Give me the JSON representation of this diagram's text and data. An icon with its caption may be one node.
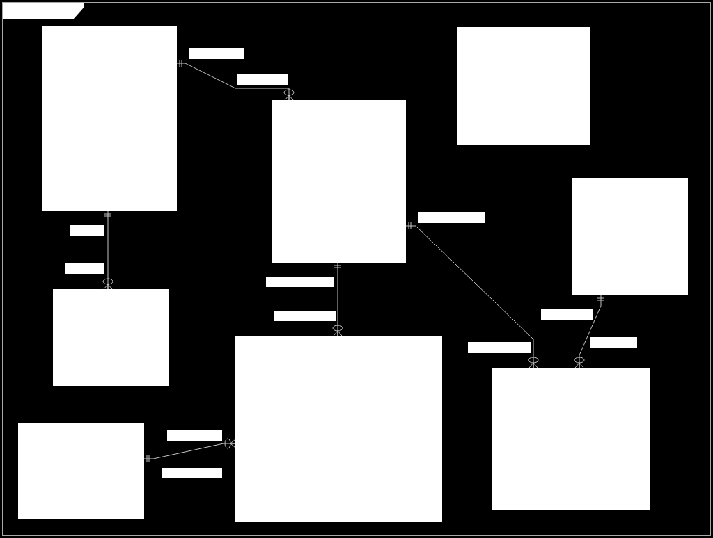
{
  "diagram": {
    "nodes": [
      {
        "text": [],
        "shape": "frame"
      },
      {
        "text": [],
        "shape": "tab",
        "in": 0
      },
      {
        "text": [],
        "shape": "box",
        "in": 0
      },
      {
        "text": [],
        "shape": "box",
        "in": 0
      },
      {
        "text": [],
        "shape": "bar",
        "in": 0
      },
      {
        "text": [],
        "shape": "bar",
        "in": 0
      },
      {
        "text": [],
        "shape": "box",
        "in": 0
      },
      {
        "text": [],
        "shape": "box",
        "in": 0
      },
      {
        "text": [],
        "shape": "bar",
        "in": 0
      },
      {
        "text": [],
        "shape": "bar",
        "in": 0
      },
      {
        "text": [],
        "shape": "bar",
        "in": 0
      },
      {
        "text": [],
        "shape": "bar",
        "in": 0
      },
      {
        "text": [],
        "shape": "box",
        "in": 0
      },
      {
        "text": [],
        "shape": "bar",
        "in": 0
      },
      {
        "text": [],
        "shape": "bar",
        "in": 0
      },
      {
        "text": [],
        "shape": "box",
        "in": 0
      },
      {
        "text": [],
        "shape": "bar",
        "in": 0
      },
      {
        "text": [],
        "shape": "bar",
        "in": 0
      },
      {
        "text": [],
        "shape": "box",
        "in": 0
      },
      {
        "text": [],
        "shape": "box",
        "in": 0
      },
      {
        "text": [],
        "shape": "bar",
        "in": 0
      },
      {
        "text": [],
        "shape": "bar",
        "in": 0
      }
    ],
    "edges": [
      {
        "from": 2,
        "to": 6,
        "arrow": "other"
      },
      {
        "from": 2,
        "to": 12,
        "arrow": "other"
      },
      {
        "from": 6,
        "to": 15,
        "arrow": "other"
      },
      {
        "from": 6,
        "to": 18,
        "arrow": "other"
      },
      {
        "from": 7,
        "to": 18,
        "arrow": "other"
      },
      {
        "from": 19,
        "to": 15,
        "arrow": "other"
      }
    ]
  }
}
